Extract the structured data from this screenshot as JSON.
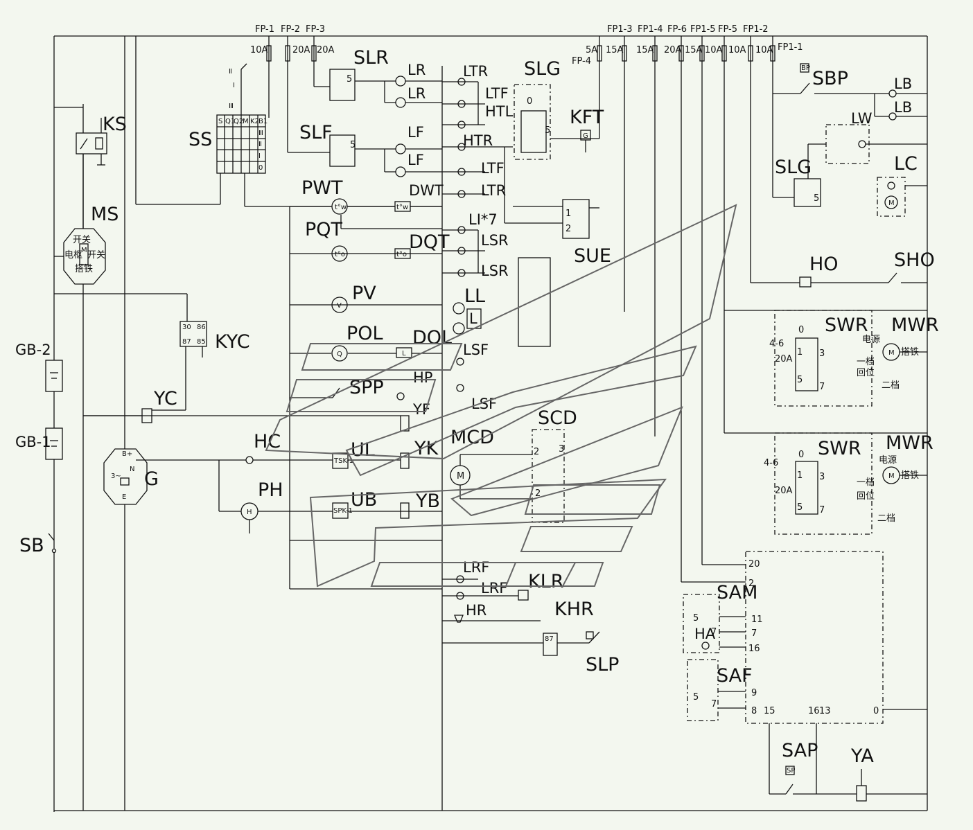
{
  "fuses": {
    "fp1": "FP-1",
    "fp2": "FP-2",
    "fp3": "FP-3",
    "fp1_3": "FP1-3",
    "fp1_4": "FP1-4",
    "fp6": "FP-6",
    "fp1_5": "FP1-5",
    "fp5": "FP-5",
    "fp1_2": "FP1-2",
    "fp4": "FP-4",
    "fp1_1": "FP1-1",
    "r10a": "10A",
    "r20a": "20A",
    "r15a": "15A",
    "r5a": "5A"
  },
  "labels": {
    "SLR": "SLR",
    "LR": "LR",
    "LTR": "LTR",
    "SLG": "SLG",
    "LTF": "LTF",
    "HTL": "HTL",
    "KFT": "KFT",
    "SLF": "SLF",
    "LF": "LF",
    "HTR": "HTR",
    "DWT": "DWT",
    "SS": "SS",
    "KS": "KS",
    "MS": "MS",
    "PWT": "PWT",
    "PQT": "PQT",
    "DQT": "DQT",
    "LI7": "LI*7",
    "LSR": "LSR",
    "SUE": "SUE",
    "PV": "PV",
    "LL": "LL",
    "L": "L",
    "POL": "POL",
    "DOL": "DOL",
    "LSF": "LSF",
    "KYC": "KYC",
    "SPP": "SPP",
    "HP": "HP",
    "YC": "YC",
    "YF": "YF",
    "HC": "HC",
    "UL": "UL",
    "YK": "YK",
    "MCD": "MCD",
    "SCD": "SCD",
    "PH": "PH",
    "UB": "UB",
    "YB": "YB",
    "G": "G",
    "GB2": "GB-2",
    "GB1": "GB-1",
    "SB": "SB",
    "LRF": "LRF",
    "KLR": "KLR",
    "HR": "HR",
    "KHR": "KHR",
    "SLP": "SLP",
    "SBP": "SBP",
    "LB": "LB",
    "LW": "LW",
    "LC": "LC",
    "HO": "HO",
    "SHO": "SHO",
    "SWR": "SWR",
    "MWR": "MWR",
    "SAM": "SAM",
    "HA": "HA",
    "SAF": "SAF",
    "SAP": "SAP",
    "YA": "YA",
    "range46": "4-6",
    "power": "电源",
    "wiper_ground": "搭铁",
    "gear1": "一档",
    "return": "回位",
    "gear2": "二档",
    "ms_switch": "开关",
    "ms_plate": "电枢",
    "ms_start": "开关",
    "ms_ground": "搭铁",
    "ms_m": "M",
    "tw": "t°w",
    "to": "t°o",
    "v": "V",
    "q": "Q",
    "h": "H",
    "tsk1": "TSK-1",
    "spk1": "SPK-1",
    "bp": "BP",
    "sp": "SP"
  },
  "ss_table": {
    "header": [
      "S",
      "Q1",
      "Q2",
      "M",
      "K2",
      "B1"
    ],
    "rows": [
      "Ⅲ",
      "Ⅱ",
      "Ⅰ",
      "0"
    ]
  },
  "ecu_pins": [
    "20",
    "2",
    "11",
    "7",
    "16",
    "9",
    "8",
    "15",
    "16",
    "13",
    "0"
  ],
  "numbers": [
    "0",
    "Ⅰ",
    "Ⅱ",
    "Ⅲ",
    "1",
    "2",
    "3",
    "4",
    "5",
    "6",
    "7",
    "8",
    "85",
    "86",
    "87",
    "30"
  ]
}
